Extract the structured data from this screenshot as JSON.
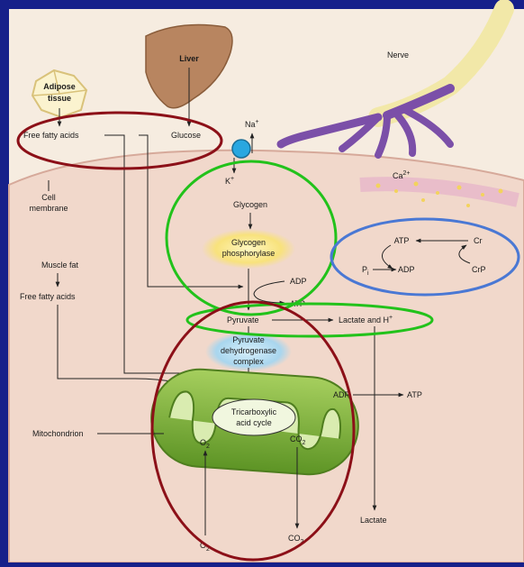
{
  "labels": {
    "liver": "Liver",
    "nerve": "Nerve",
    "adipose_line1": "Adipose",
    "adipose_line2": "tissue",
    "free_fatty_acids_top": "Free fatty acids",
    "glucose": "Glucose",
    "na": "Na",
    "na_sup": "+",
    "k": "K",
    "k_sup": "+",
    "ca": "Ca",
    "ca_sup": "2+",
    "cell_line1": "Cell",
    "cell_line2": "membrane",
    "glycogen": "Glycogen",
    "phos_line1": "Glycogen",
    "phos_line2": "phosphorylase",
    "muscle_fat": "Muscle fat",
    "free_fatty_acids_mid": "Free fatty acids",
    "adp_top": "ADP",
    "atp_top": "ATP",
    "atp_cr": "ATP",
    "cr": "Cr",
    "pi": "P",
    "pi_sub": "i",
    "adp_cr": "ADP",
    "crp": "CrP",
    "pyruvate": "Pyruvate",
    "lactate_h": "Lactate and H",
    "lactate_h_sup": "+",
    "pdh_line1": "Pyruvate",
    "pdh_line2": "dehydrogenase",
    "pdh_line3": "complex",
    "tca_line1": "Tricarboxylic",
    "tca_line2": "acid cycle",
    "mitochondrion": "Mitochondrion",
    "o2_in": "O",
    "o2_in_sub": "2",
    "co2_in": "CO",
    "co2_in_sub": "2",
    "o2_out": "O",
    "o2_out_sub": "2",
    "co2_out": "CO",
    "co2_out_sub": "2",
    "adp_right": "ADP",
    "atp_right": "ATP",
    "lactate": "Lactate"
  },
  "colors": {
    "frame": "#16208a",
    "panel": "#f6ece0",
    "cell": "#f1d8cb",
    "mito_outer": "#7fb23b",
    "mito_inner": "#d9ecb0",
    "phos_glow": "#f8e27c",
    "pdh_glow": "#a9d6ee",
    "highlight_red": "#8c1018",
    "highlight_green": "#22c21b",
    "highlight_blue": "#4a78d4",
    "nerve": "#7b4fa8",
    "liver": "#b88560"
  }
}
